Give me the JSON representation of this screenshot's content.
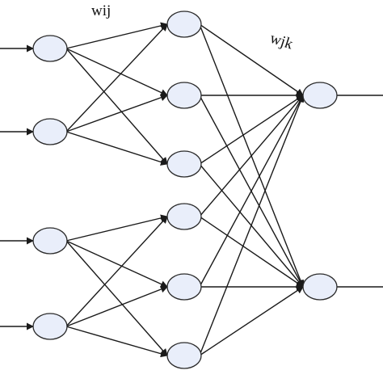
{
  "diagram": {
    "type": "neural-network",
    "layers": [
      {
        "role": "input",
        "count": 4
      },
      {
        "role": "hidden",
        "count": 6
      },
      {
        "role": "output",
        "count": 2
      }
    ],
    "colors": {
      "node_fill": "#e9eefa",
      "node_stroke": "#2a2a2a",
      "edge": "#1a1a1a"
    },
    "labels": {
      "weights_ij": "wij",
      "weights_jk": "wjk"
    }
  }
}
